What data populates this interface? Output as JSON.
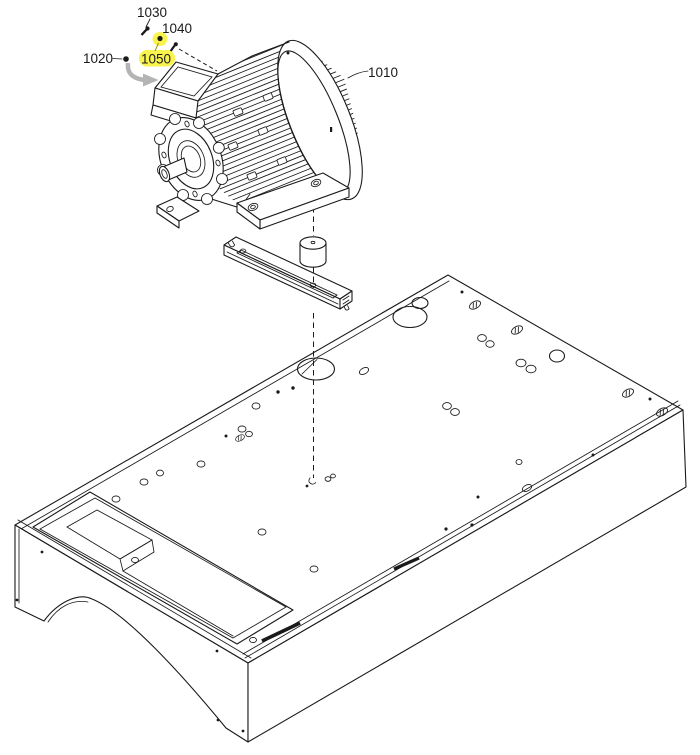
{
  "diagram": {
    "callouts": {
      "c1010": {
        "label": "1010"
      },
      "c1020": {
        "label": "1020"
      },
      "c1030": {
        "label": "1030"
      },
      "c1040": {
        "label": "1040"
      },
      "c1050": {
        "label": "1050",
        "highlighted": true
      }
    },
    "colors": {
      "line": "#1a1a1a",
      "background": "#ffffff",
      "highlight_fill": "#f9f34d",
      "highlight_text": "#a9a413",
      "direction_arrow_gray": "#b4b4b4"
    }
  }
}
